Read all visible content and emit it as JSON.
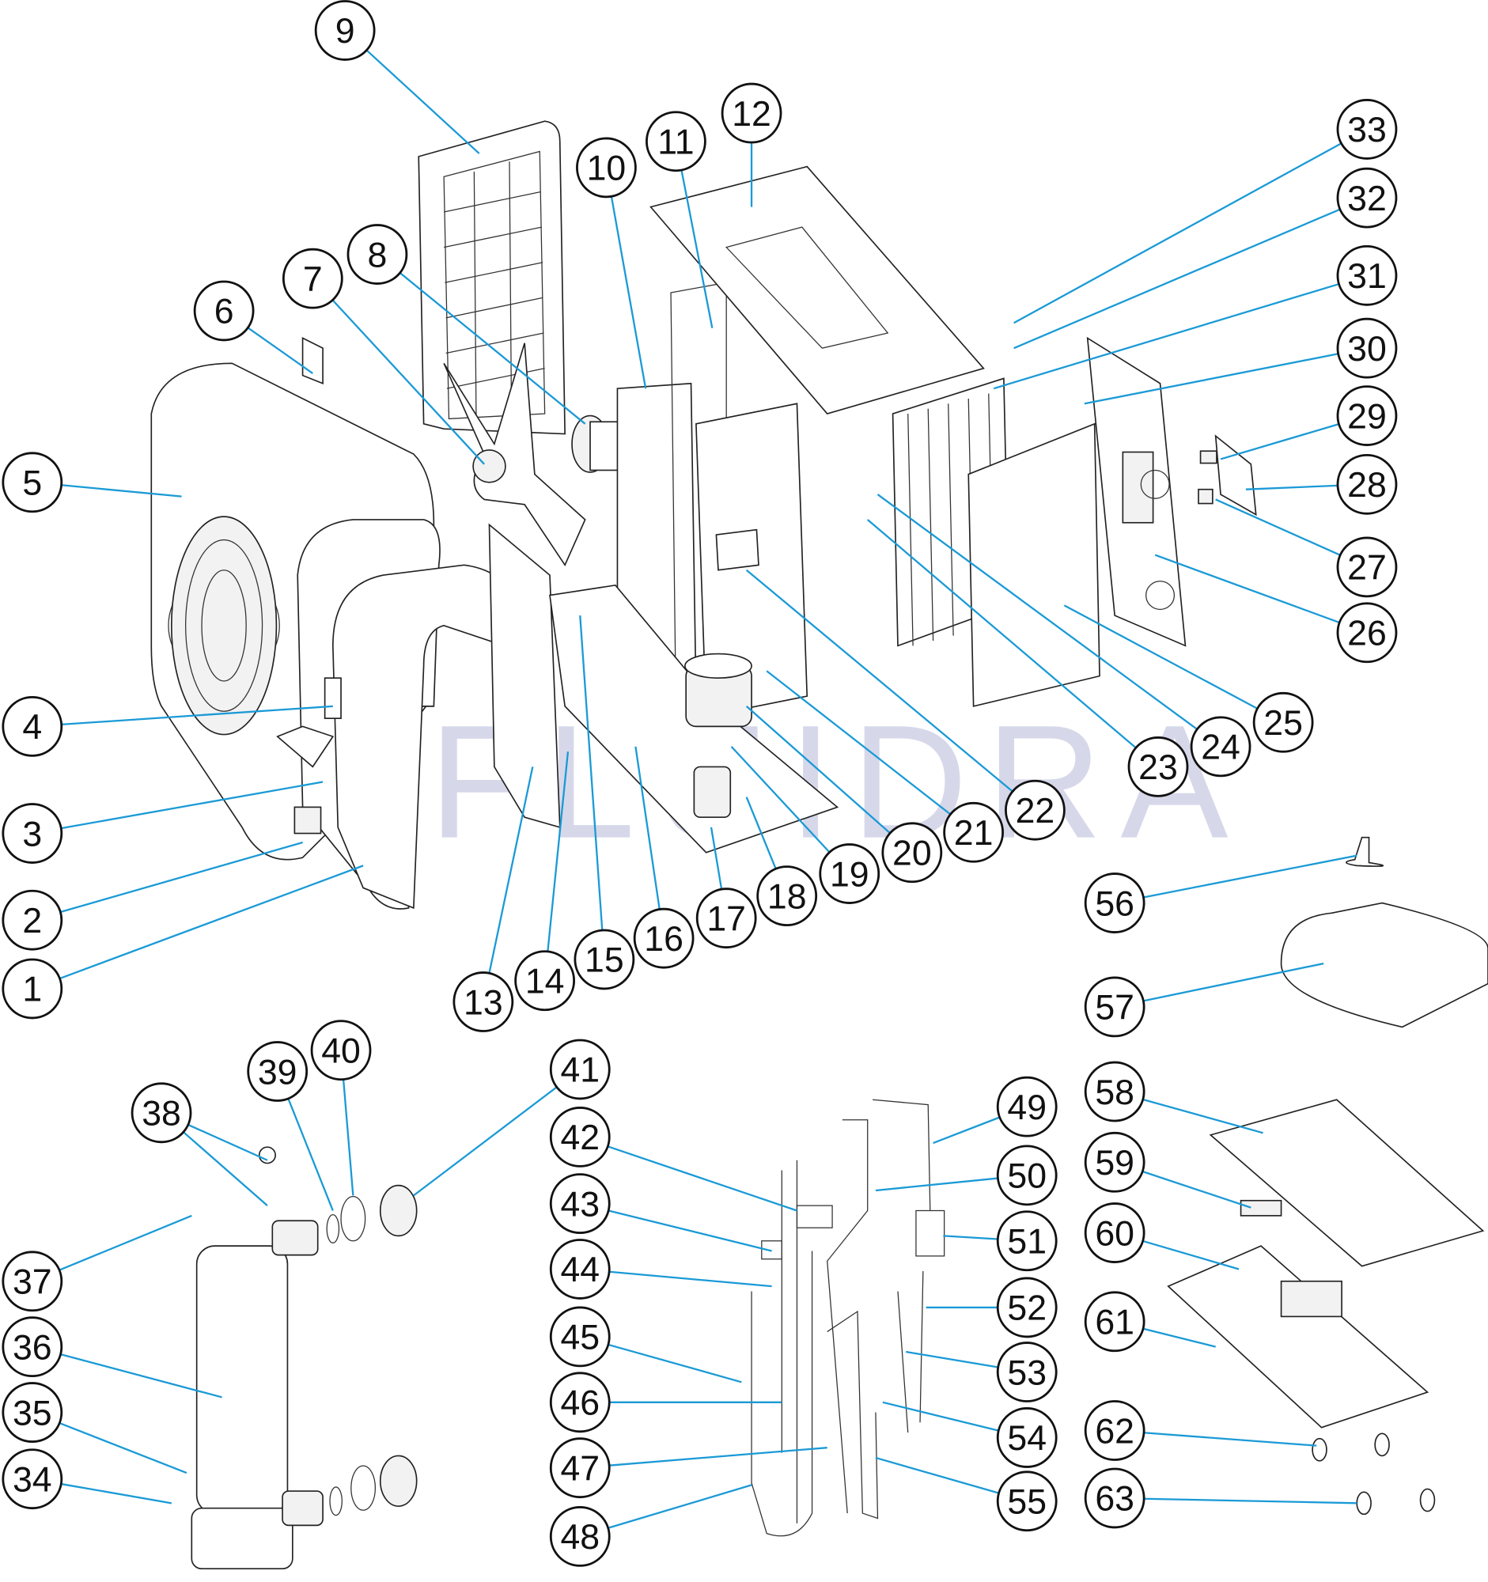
{
  "diagram": {
    "type": "exploded-parts-diagram",
    "watermark": "FLUIDRA",
    "part_numbers": [
      "1",
      "2",
      "3",
      "4",
      "5",
      "6",
      "7",
      "8",
      "9",
      "10",
      "11",
      "12",
      "13",
      "14",
      "15",
      "16",
      "17",
      "18",
      "19",
      "20",
      "21",
      "22",
      "23",
      "24",
      "25",
      "26",
      "27",
      "28",
      "29",
      "30",
      "31",
      "32",
      "33",
      "34",
      "35",
      "36",
      "37",
      "38",
      "39",
      "40",
      "41",
      "42",
      "43",
      "44",
      "45",
      "46",
      "47",
      "48",
      "49",
      "50",
      "51",
      "52",
      "53",
      "54",
      "55",
      "56",
      "57",
      "58",
      "59",
      "60",
      "61",
      "62",
      "63"
    ],
    "colors": {
      "leader": "#1a9ad6",
      "watermark": "#c9cbe3",
      "outline": "#222222"
    }
  }
}
